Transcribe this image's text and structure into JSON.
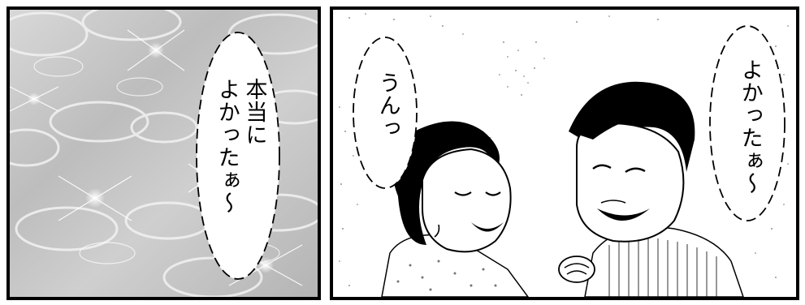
{
  "panels": {
    "left": {
      "bubble_text": "本当に\nよかったぁ～"
    },
    "right": {
      "woman_bubble_text": "うんっ",
      "man_bubble_text": "よかったぁ～"
    }
  },
  "colors": {
    "ink": "#000000",
    "paper": "#ffffff",
    "bokeh_base": "#bdbdbd",
    "bokeh_light": "#e6e6e6"
  }
}
